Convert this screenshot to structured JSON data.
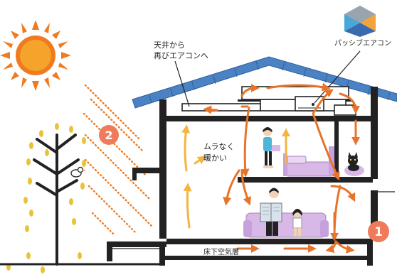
{
  "labels": {
    "ceiling_to_ac": [
      "天井から",
      "再びエアコンへ"
    ],
    "passive_aircon": "パッシブエアコン",
    "even_warm": [
      "ムラなく",
      "暖かい"
    ],
    "underfloor_space": "床下空気層"
  },
  "badges": {
    "one": "1",
    "two": "2"
  },
  "icons": [
    "sun-icon",
    "leafless-tree-icon",
    "bird-icon",
    "cat-icon",
    "logo-icon"
  ],
  "colors": {
    "roof": "#4a82c4",
    "structure": "#222222",
    "airflow_hot": "#e8732a",
    "airflow_warm": "#f3b53f",
    "sun": "#f07b1f",
    "badge": "#f07b5a",
    "bed": "#d8b8e6",
    "sofa": "#d8b8e6",
    "leaves": "#e8c33a"
  }
}
